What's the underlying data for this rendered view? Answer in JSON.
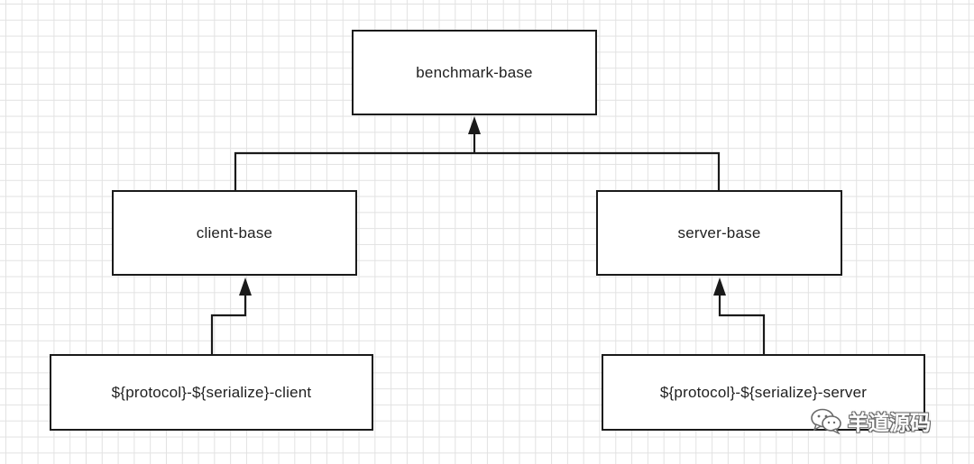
{
  "diagram": {
    "nodes": {
      "benchmark_base": "benchmark-base",
      "client_base": "client-base",
      "server_base": "server-base",
      "protocol_client": "${protocol}-${serialize}-client",
      "protocol_server": "${protocol}-${serialize}-server"
    },
    "edges": [
      {
        "from": "client_base",
        "to": "benchmark_base",
        "type": "inheritance-arrow"
      },
      {
        "from": "server_base",
        "to": "benchmark_base",
        "type": "inheritance-arrow"
      },
      {
        "from": "protocol_client",
        "to": "client_base",
        "type": "inheritance-arrow"
      },
      {
        "from": "protocol_server",
        "to": "server_base",
        "type": "inheritance-arrow"
      }
    ]
  },
  "watermark": {
    "text": "羊道源码",
    "icon": "wechat-icon"
  },
  "colors": {
    "line": "#1a1a1a",
    "grid": "#e2e2e2",
    "background": "#ffffff"
  }
}
